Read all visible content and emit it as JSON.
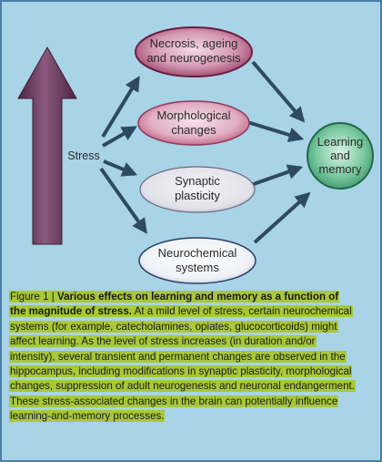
{
  "diagram": {
    "stress_label": "Stress",
    "nodes": {
      "necrosis": [
        "Necrosis, ageing",
        "and neurogenesis"
      ],
      "morphological": [
        "Morphological",
        "changes"
      ],
      "synaptic": [
        "Synaptic",
        "plasticity"
      ],
      "neurochemical": [
        "Neurochemical",
        "systems"
      ],
      "learning": [
        "Learning",
        "and",
        "memory"
      ]
    },
    "colors": {
      "panel_bg": "#a9d3e6",
      "border": "#4a7fa8",
      "necrosis_fill": "#8a2a55",
      "morphological_fill": "#b6486e",
      "synaptic_fill": "#d9dde8",
      "neurochemical_fill": "#e7ecf4",
      "learning_fill": "#3a9a70",
      "arrow": "#2e4a63",
      "big_arrow": "#5a3550"
    }
  },
  "caption": {
    "figure_label": "Figure 1 | ",
    "lead": "Various effects on learning and memory as a function of the magnitude of stress.",
    "body": " At a mild level of stress, certain neurochemical systems (for example, catecholamines, opiates, glucocorticoids) might affect learning. As the level of stress increases (in duration and/or intensity), several transient and permanent changes are observed in the hippocampus, including modifications in synaptic plasticity, morphological changes, suppression of adult neurogenesis and neuronal endangerment. These stress-associated changes in the brain can potentially influence learning-and-memory processes."
  }
}
